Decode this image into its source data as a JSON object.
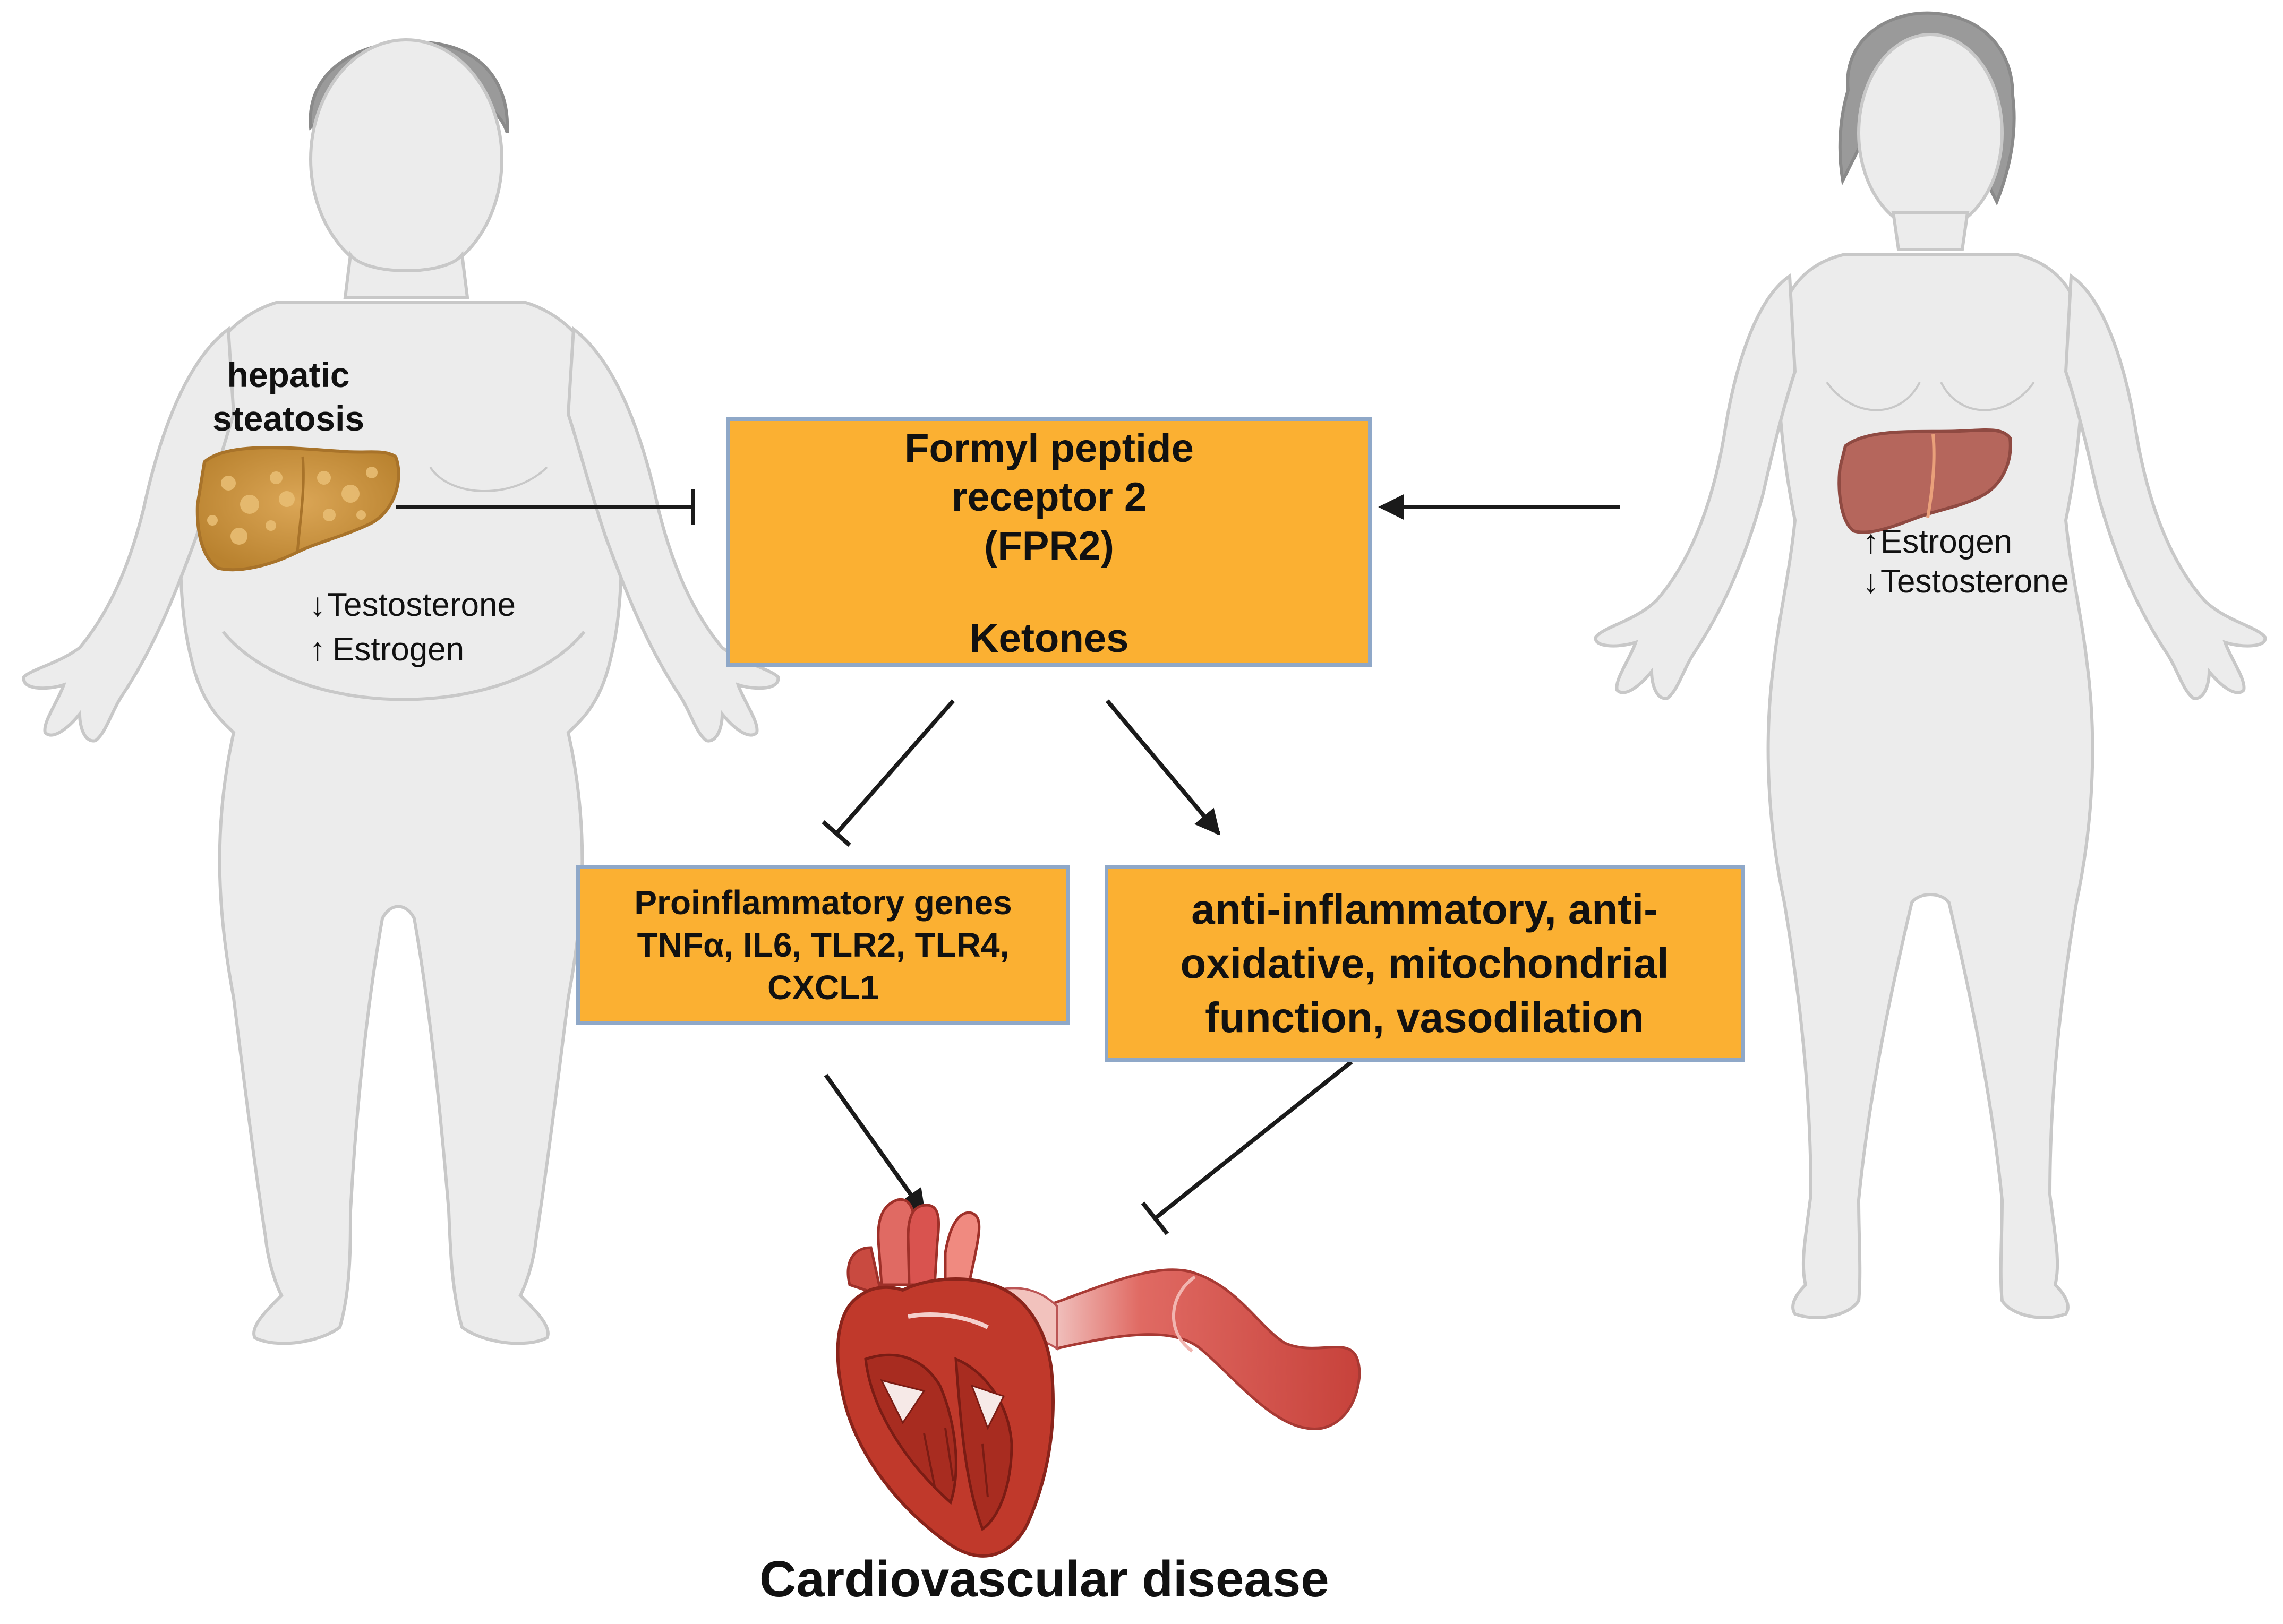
{
  "left_figure": {
    "organ_label": [
      "hepatic",
      "steatosis"
    ],
    "hormones": [
      {
        "arrow": "↓",
        "name": "Testosterone"
      },
      {
        "arrow": "↑",
        "name": "Estrogen"
      }
    ],
    "liver_color": "#c9913d"
  },
  "right_figure": {
    "hormones": [
      {
        "arrow": "↑",
        "name": "Estrogen"
      },
      {
        "arrow": "↓",
        "name": "Testosterone"
      }
    ],
    "liver_color": "#b5665c"
  },
  "center_box": {
    "lines": [
      "Formyl peptide",
      "receptor 2",
      "(FPR2)",
      "",
      "Ketones"
    ]
  },
  "proinflammatory_box": {
    "lines": [
      "Proinflammatory genes",
      "TNFα, IL6, TLR2, TLR4,",
      "CXCL1"
    ]
  },
  "anti_box": {
    "lines": [
      "anti-inflammatory, anti-",
      "oxidative, mitochondrial",
      "function, vasodilation"
    ]
  },
  "outcome": {
    "label": "Cardiovascular disease"
  },
  "colors": {
    "box_fill": "#fbb032",
    "box_border": "#8fa8c8",
    "body_fill": "#ececec",
    "body_stroke": "#c8c8c8",
    "arrow": "#1a1a1a",
    "heart": "#c0392b",
    "vessel": "#d9534f"
  }
}
